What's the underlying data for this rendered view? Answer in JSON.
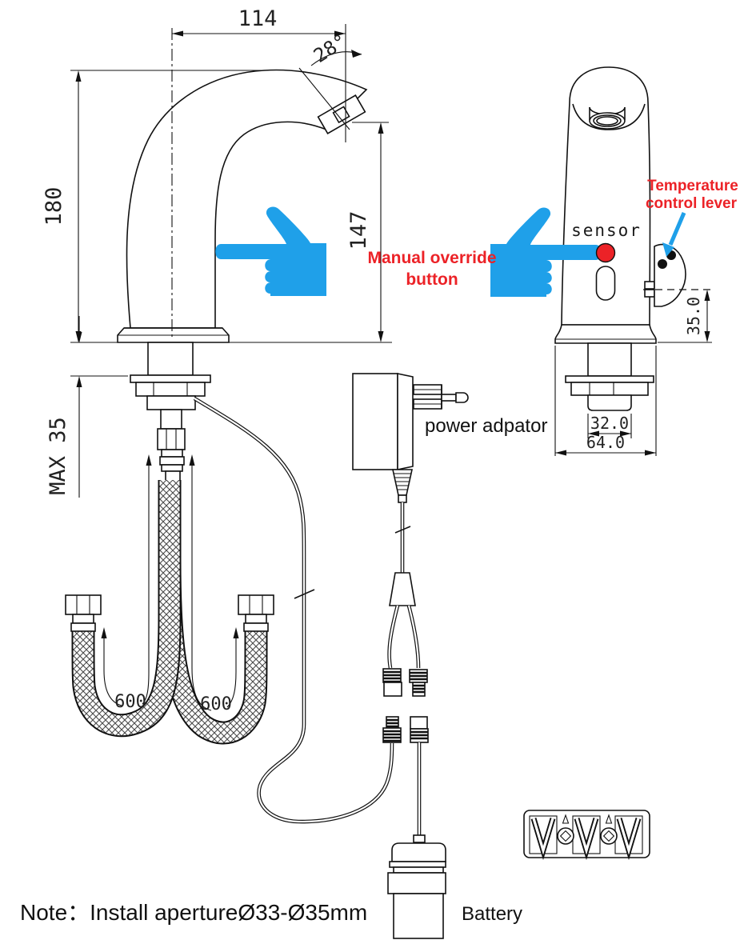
{
  "side_view": {
    "dim_width": "114",
    "dim_angle": "28°",
    "dim_height": "180",
    "dim_sensor_height": "147",
    "dim_deck_max": "MAX 35",
    "hose_length_left": "600",
    "hose_length_right": "600"
  },
  "front_view": {
    "sensor_label": "sensor",
    "dim_lever_height": "35.0",
    "dim_shank_width": "32.0",
    "dim_base_width": "64.0"
  },
  "callouts": {
    "override_line1": "Manual override",
    "override_line2": "button",
    "temp_line1": "Temperature",
    "temp_line2": "control lever"
  },
  "labels": {
    "power_adapter": "power adpator",
    "battery": "Battery"
  },
  "note": {
    "text": "Note：Install apertureØ33-Ø35mm"
  },
  "colors": {
    "accent_blue": "#1FA0E9",
    "annotation_red": "#EC2227",
    "line_color": "#111111"
  }
}
